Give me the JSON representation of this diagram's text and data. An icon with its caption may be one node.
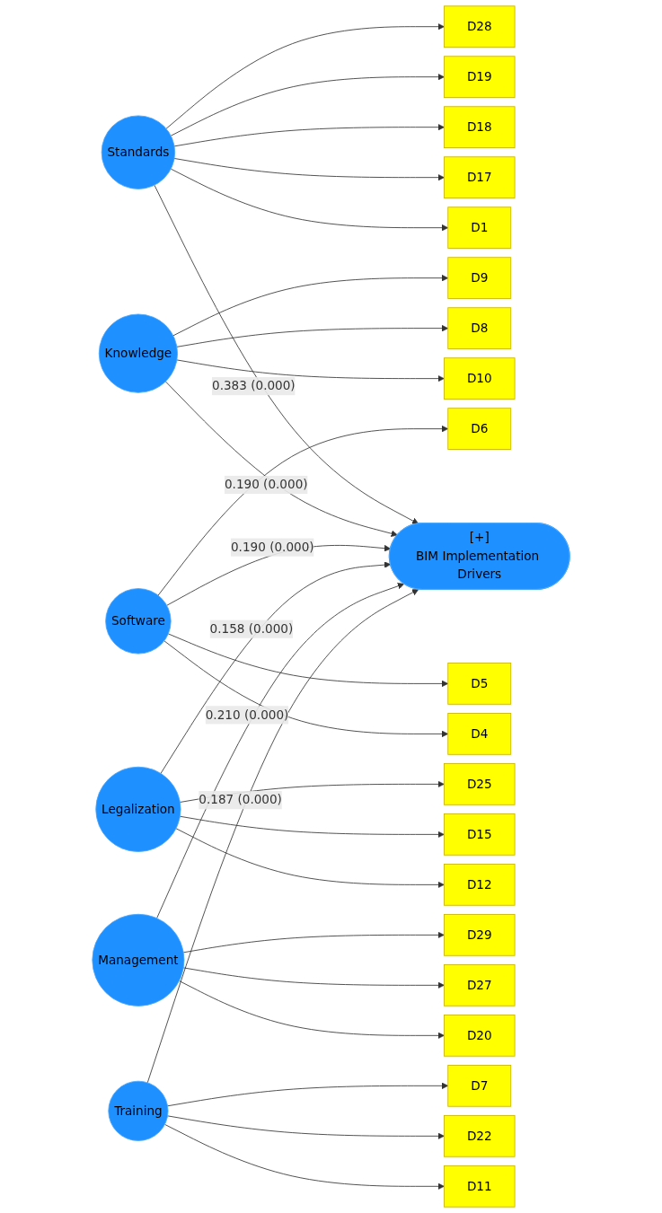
{
  "diagram": {
    "nodes": [
      {
        "text": [
          "Standards"
        ]
      },
      {
        "text": [
          "D1"
        ]
      },
      {
        "text": [
          "D17"
        ]
      },
      {
        "text": [
          "D18"
        ]
      },
      {
        "text": [
          "D19"
        ]
      },
      {
        "text": [
          "D28"
        ]
      },
      {
        "text": [
          "Knowledge"
        ]
      },
      {
        "text": [
          "D10"
        ]
      },
      {
        "text": [
          "D8"
        ]
      },
      {
        "text": [
          "D9"
        ]
      },
      {
        "text": [
          "Software"
        ]
      },
      {
        "text": [
          "D4"
        ]
      },
      {
        "text": [
          "D5"
        ]
      },
      {
        "text": [
          "D6"
        ]
      },
      {
        "text": [
          "Legalization"
        ]
      },
      {
        "text": [
          "D12"
        ]
      },
      {
        "text": [
          "D15"
        ]
      },
      {
        "text": [
          "D25"
        ]
      },
      {
        "text": [
          "Management"
        ]
      },
      {
        "text": [
          "D20"
        ]
      },
      {
        "text": [
          "D27"
        ]
      },
      {
        "text": [
          "D29"
        ]
      },
      {
        "text": [
          "Training"
        ]
      },
      {
        "text": [
          "D11"
        ]
      },
      {
        "text": [
          "D22"
        ]
      },
      {
        "text": [
          "D7"
        ]
      },
      {
        "text": [
          "[+]",
          "BIM Implementation Drivers"
        ]
      }
    ],
    "edges": [
      {
        "from": 0,
        "to": 1,
        "arrow": "to"
      },
      {
        "from": 0,
        "to": 2,
        "arrow": "to"
      },
      {
        "from": 0,
        "to": 3,
        "arrow": "to"
      },
      {
        "from": 0,
        "to": 4,
        "arrow": "to"
      },
      {
        "from": 0,
        "to": 5,
        "arrow": "to"
      },
      {
        "from": 6,
        "to": 7,
        "arrow": "to"
      },
      {
        "from": 6,
        "to": 8,
        "arrow": "to"
      },
      {
        "from": 6,
        "to": 9,
        "arrow": "to"
      },
      {
        "from": 10,
        "to": 11,
        "arrow": "to"
      },
      {
        "from": 10,
        "to": 12,
        "arrow": "to"
      },
      {
        "from": 10,
        "to": 13,
        "arrow": "to"
      },
      {
        "from": 14,
        "to": 15,
        "arrow": "to"
      },
      {
        "from": 14,
        "to": 16,
        "arrow": "to"
      },
      {
        "from": 14,
        "to": 17,
        "arrow": "to"
      },
      {
        "from": 18,
        "to": 19,
        "arrow": "to"
      },
      {
        "from": 18,
        "to": 20,
        "arrow": "to"
      },
      {
        "from": 18,
        "to": 21,
        "arrow": "to"
      },
      {
        "from": 22,
        "to": 23,
        "arrow": "to"
      },
      {
        "from": 22,
        "to": 24,
        "arrow": "to"
      },
      {
        "from": 22,
        "to": 25,
        "arrow": "to"
      },
      {
        "from": 0,
        "to": 26,
        "arrow": "to",
        "label": "0.383 (0.000)"
      },
      {
        "from": 6,
        "to": 26,
        "arrow": "to",
        "label": "0.190 (0.000)"
      },
      {
        "from": 10,
        "to": 26,
        "arrow": "to",
        "label": "0.190 (0.000)"
      },
      {
        "from": 14,
        "to": 26,
        "arrow": "to",
        "label": "0.158 (0.000)"
      },
      {
        "from": 18,
        "to": 26,
        "arrow": "to",
        "label": "0.210 (0.000)"
      },
      {
        "from": 22,
        "to": 26,
        "arrow": "to",
        "label": "0.187 (0.000)"
      }
    ]
  }
}
